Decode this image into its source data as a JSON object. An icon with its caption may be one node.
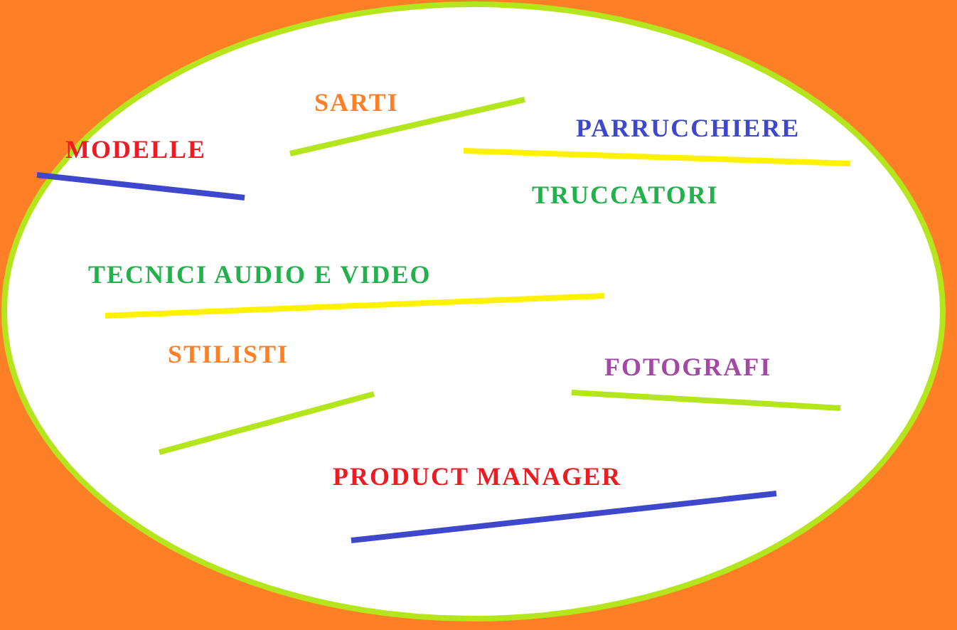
{
  "diagram": {
    "labels": [
      "SARTI",
      "PARRUCCHIERE",
      "MODELLE",
      "TRUCCATORI",
      "TECNICI AUDIO E VIDEO",
      "STILISTI",
      "FOTOGRAFI",
      "PRODUCT MANAGER"
    ]
  }
}
